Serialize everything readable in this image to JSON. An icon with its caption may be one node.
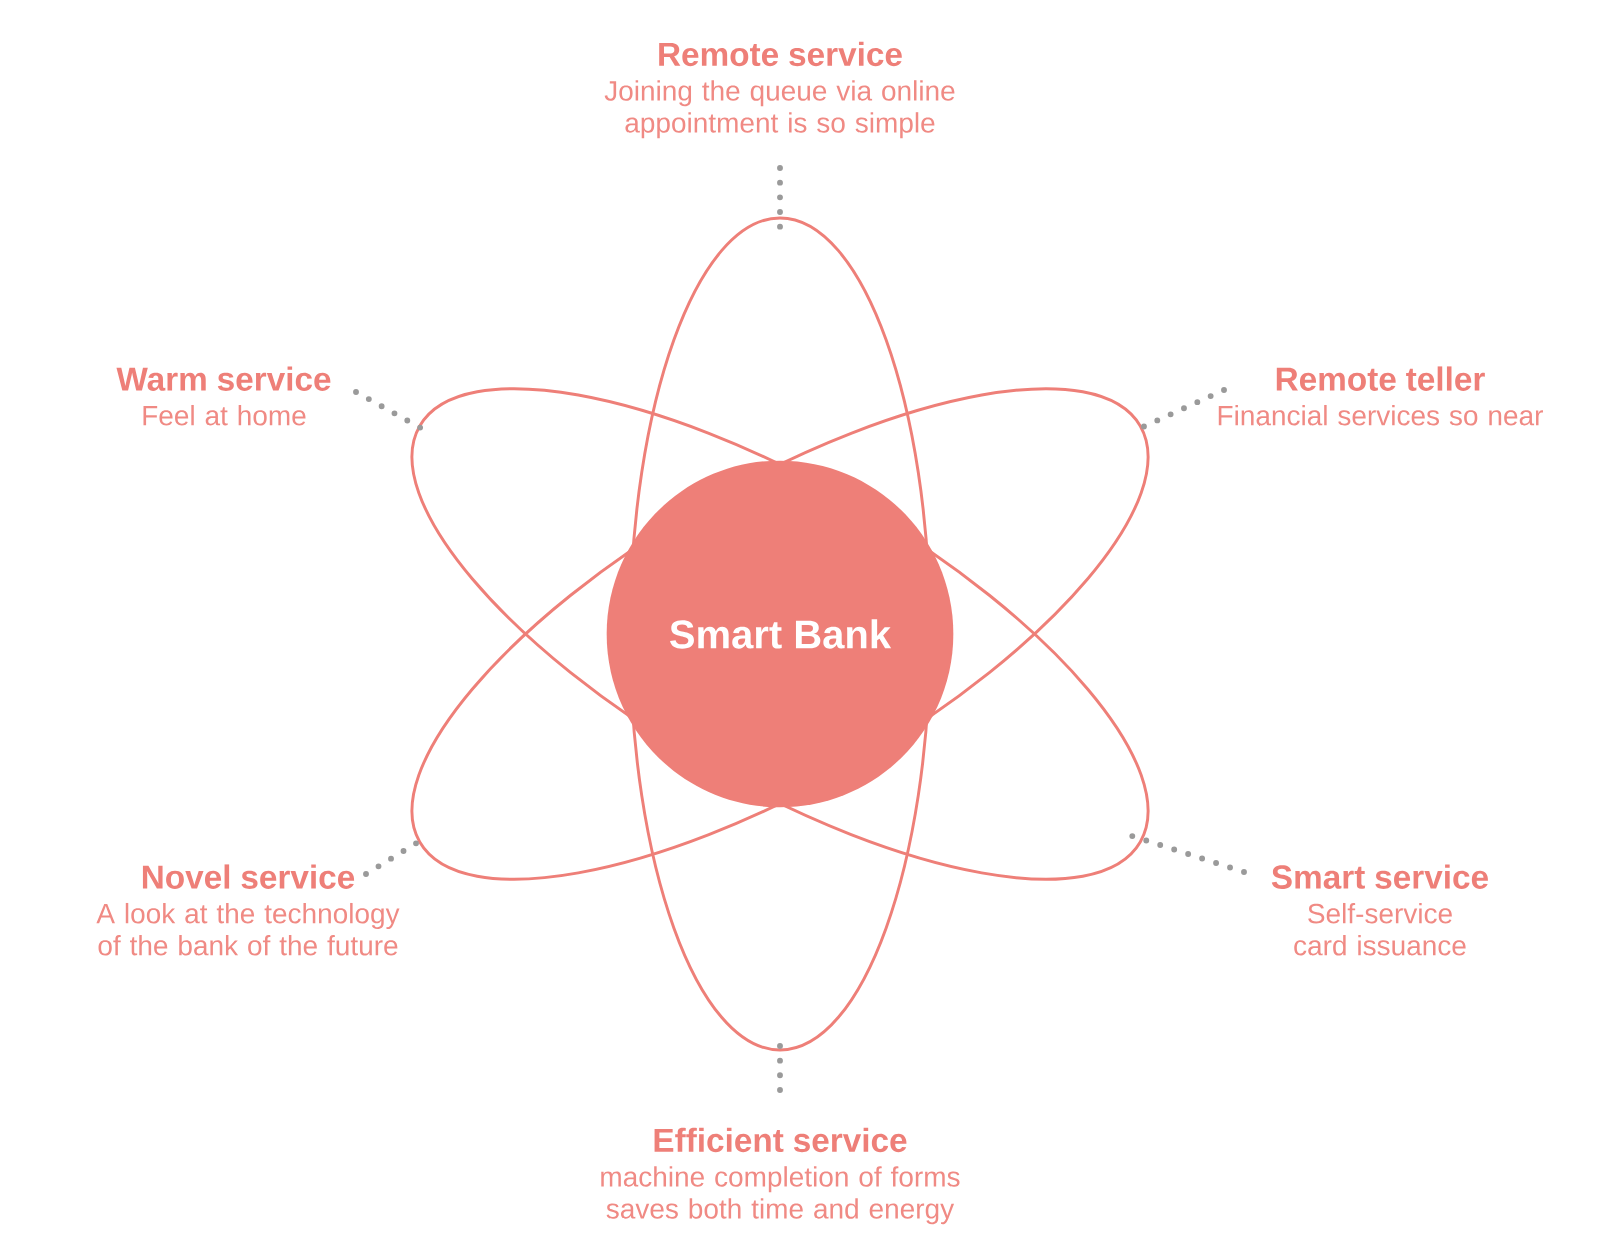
{
  "diagram": {
    "nodes": [
      {
        "text": [
          "Remote service",
          "Joining the queue via online appointment is so simple"
        ]
      },
      {
        "text": [
          "Warm service",
          "Feel at home"
        ]
      },
      {
        "text": [
          "Remote teller",
          "Financial services so near"
        ]
      },
      {
        "text": [
          "Smart Bank"
        ]
      },
      {
        "text": [
          "Novel service",
          "A look at the technology of the bank of the future"
        ]
      },
      {
        "text": [
          "Smart service",
          "Self-service card issuance"
        ]
      },
      {
        "text": [
          "Efficient service",
          "machine completion of forms saves both time and energy"
        ]
      }
    ],
    "edges": [
      {
        "from": 0,
        "to": null,
        "arrow": "none"
      },
      {
        "from": 1,
        "to": null,
        "arrow": "none"
      },
      {
        "from": 2,
        "to": null,
        "arrow": "none"
      },
      {
        "from": 4,
        "to": null,
        "arrow": "none"
      },
      {
        "from": 5,
        "to": null,
        "arrow": "none"
      },
      {
        "from": 6,
        "to": null,
        "arrow": "none"
      }
    ]
  }
}
